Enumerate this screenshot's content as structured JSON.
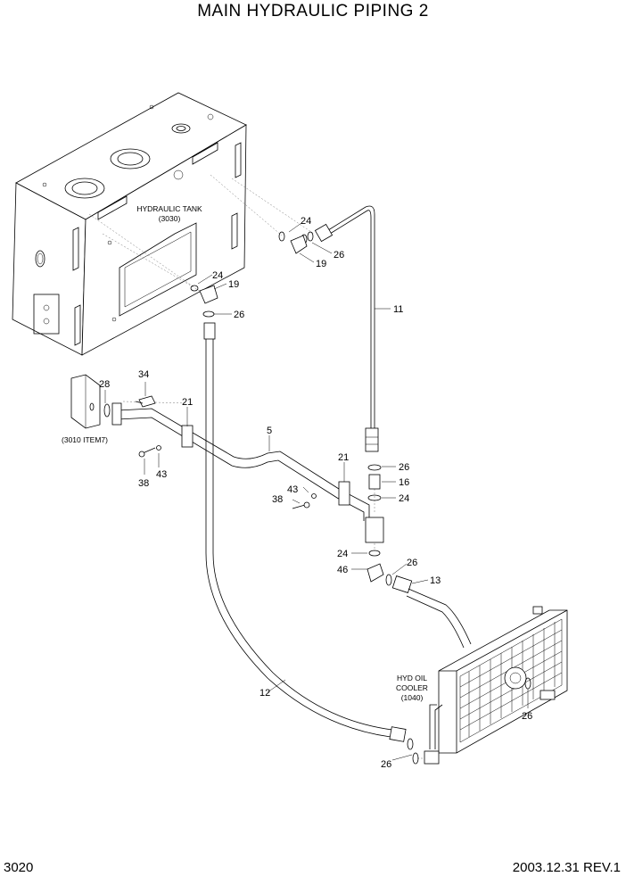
{
  "title": "MAIN HYDRAULIC PIPING 2",
  "page_number": "3020",
  "revision": "2003.12.31  REV.1",
  "components": {
    "tank_name": "HYDRAULIC TANK",
    "tank_ref": "(3030)",
    "cooler_name_1": "HYD OIL",
    "cooler_name_2": "COOLER",
    "cooler_ref": "(1040)",
    "block_ref": "(3010 ITEM7)"
  },
  "callouts": {
    "c24a": "24",
    "c26a": "26",
    "c19a": "19",
    "c24b": "24",
    "c19b": "19",
    "c26b": "26",
    "c11": "11",
    "c34": "34",
    "c28": "28",
    "c21a": "21",
    "c5": "5",
    "c38a": "38",
    "c43a": "43",
    "c21b": "21",
    "c43b": "43",
    "c38b": "38",
    "c26c": "26",
    "c16": "16",
    "c24c": "24",
    "c24d": "24",
    "c26d": "26",
    "c46": "46",
    "c13": "13",
    "c12": "12",
    "c26e": "26",
    "c26f": "26"
  }
}
